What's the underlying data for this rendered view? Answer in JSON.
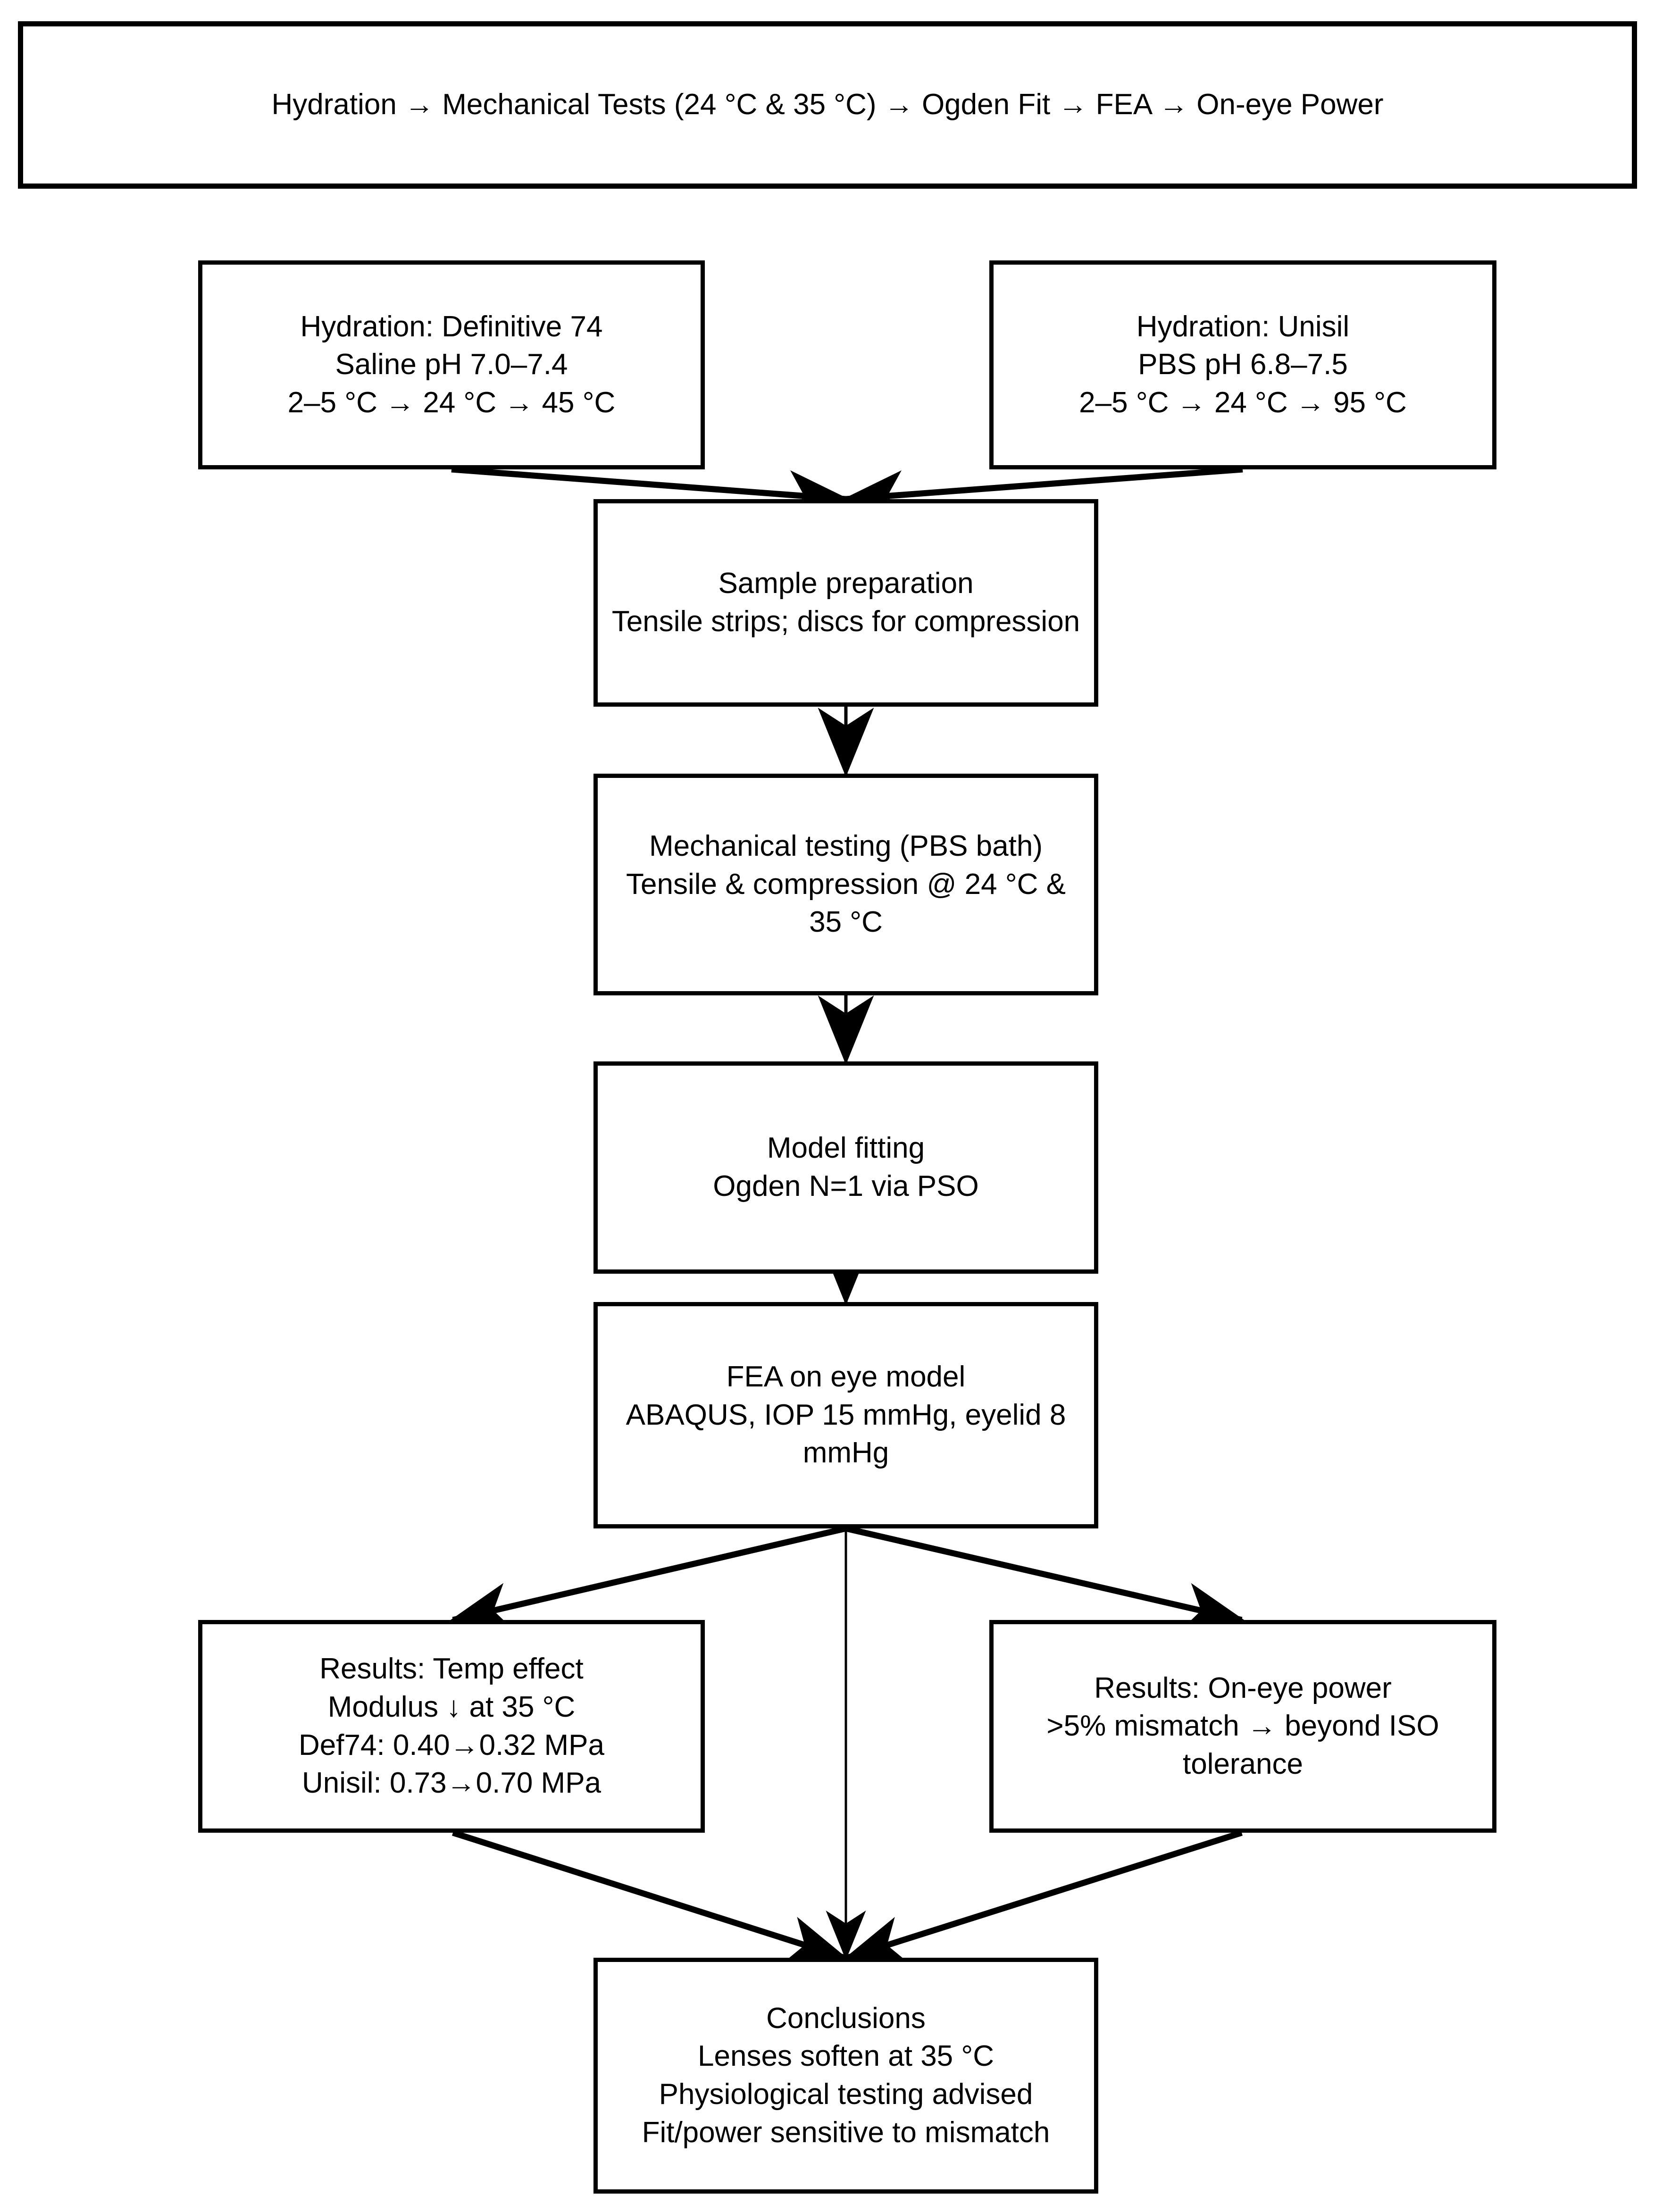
{
  "banner": {
    "text": "Hydration → Mechanical Tests (24 °C & 35 °C) → Ogden Fit → FEA → On-eye Power"
  },
  "colors": {
    "stroke": "#000000",
    "fill": "#ffffff",
    "text": "#000000"
  },
  "nodes": {
    "hydration_definitive74": {
      "lines": [
        "Hydration: Definitive 74",
        "Saline pH 7.0–7.4",
        "2–5 °C → 24 °C → 45 °C"
      ]
    },
    "hydration_unisil": {
      "lines": [
        "Hydration: Unisil",
        "PBS pH 6.8–7.5",
        "2–5 °C → 24 °C → 95 °C"
      ]
    },
    "sample_preparation": {
      "lines": [
        "Sample preparation",
        "Tensile strips; discs for compression"
      ]
    },
    "mechanical_testing": {
      "lines": [
        "Mechanical testing (PBS bath)",
        "Tensile & compression @ 24 °C & 35 °C"
      ]
    },
    "model_fitting": {
      "lines": [
        "Model fitting",
        "Ogden N=1 via PSO"
      ]
    },
    "fea_eye_model": {
      "lines": [
        "FEA on eye model",
        "ABAQUS, IOP 15 mmHg, eyelid 8 mmHg"
      ]
    },
    "results_temp_effect": {
      "lines": [
        "Results: Temp effect",
        "Modulus ↓ at 35 °C",
        "Def74: 0.40→0.32 MPa",
        "Unisil: 0.73→0.70 MPa"
      ]
    },
    "results_on_eye_power": {
      "lines": [
        "Results: On-eye power",
        ">5% mismatch → beyond ISO tolerance"
      ]
    },
    "conclusions": {
      "lines": [
        "Conclusions",
        "Lenses soften at 35 °C",
        "Physiological testing advised",
        "Fit/power sensitive to mismatch"
      ]
    }
  },
  "edges": [
    {
      "from": "hydration_definitive74",
      "to": "sample_preparation"
    },
    {
      "from": "hydration_unisil",
      "to": "sample_preparation"
    },
    {
      "from": "sample_preparation",
      "to": "mechanical_testing"
    },
    {
      "from": "mechanical_testing",
      "to": "model_fitting"
    },
    {
      "from": "model_fitting",
      "to": "fea_eye_model"
    },
    {
      "from": "fea_eye_model",
      "to": "results_temp_effect"
    },
    {
      "from": "fea_eye_model",
      "to": "results_on_eye_power"
    },
    {
      "from": "fea_eye_model",
      "to": "conclusions"
    },
    {
      "from": "results_temp_effect",
      "to": "conclusions"
    },
    {
      "from": "results_on_eye_power",
      "to": "conclusions"
    }
  ],
  "chart_data": {
    "type": "table",
    "title": "Hydration → Mechanical Tests (24 °C & 35 °C) → Ogden Fit → FEA → On-eye Power",
    "modulus_mpa": {
      "Def74": {
        "at_24C": 0.4,
        "at_35C": 0.32
      },
      "Unisil": {
        "at_24C": 0.73,
        "at_35C": 0.7
      }
    },
    "test_temperatures_C": [
      24,
      35
    ],
    "hydration_steps_C": {
      "Definitive74": [
        "2-5",
        "24",
        "45"
      ],
      "Unisil": [
        "2-5",
        "24",
        "95"
      ]
    },
    "ph_ranges": {
      "Definitive74_saline": "7.0-7.4",
      "Unisil_PBS": "6.8-7.5"
    },
    "fea_loads": {
      "IOP_mmHg": 15,
      "eyelid_mmHg": 8,
      "software": "ABAQUS"
    },
    "power_mismatch_percent": 5,
    "ogden_order_N": 1
  }
}
